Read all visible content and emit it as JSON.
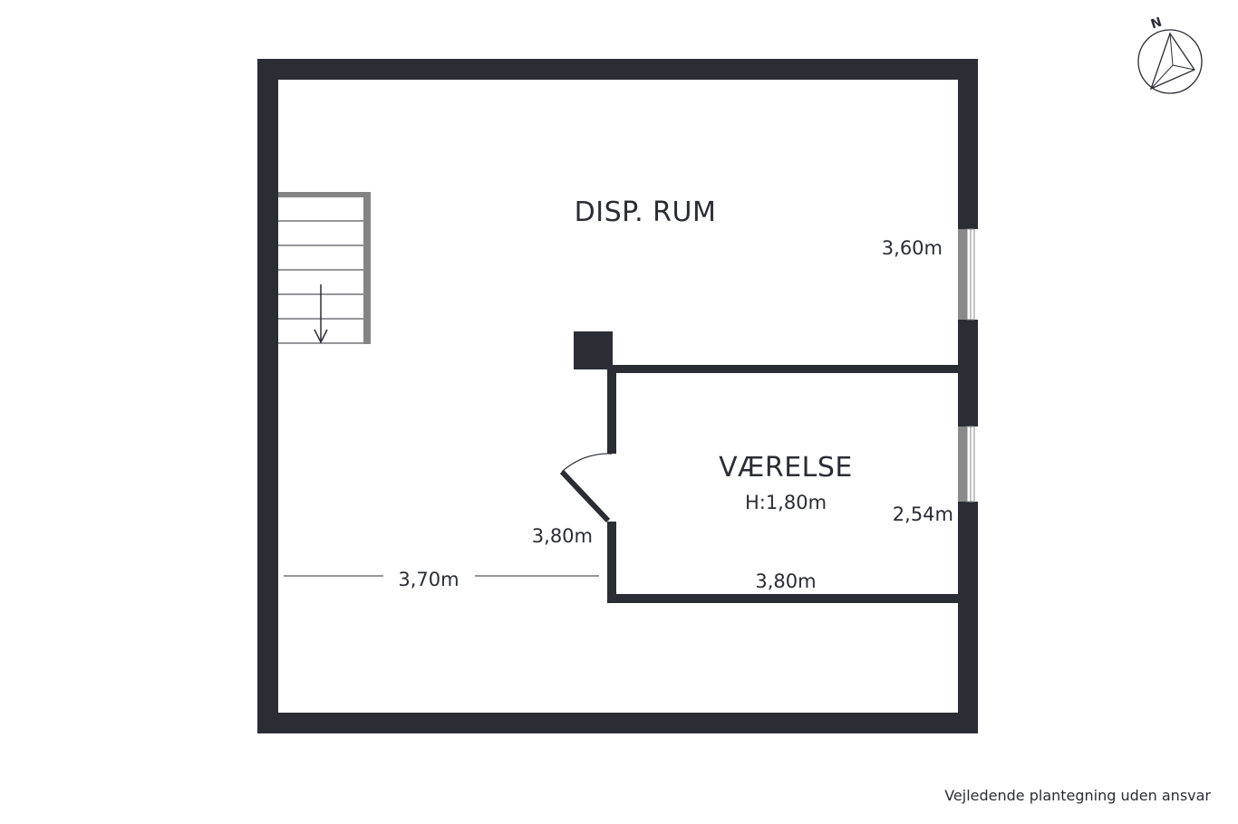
{
  "rooms": {
    "disp_rum": "DISP. RUM",
    "vaerelse": "VÆRELSE",
    "vaerelse_height": "H:1,80m"
  },
  "dimensions": {
    "disp_rum_side": "3,60m",
    "vaerelse_side": "2,54m",
    "vaerelse_wall": "3,80m",
    "vaerelse_bottom": "3,80m",
    "hall_width": "3,70m"
  },
  "compass": {
    "label": "N",
    "icon": "north-compass-icon"
  },
  "stairs": {
    "direction": "down",
    "icon": "arrow-down-icon"
  },
  "footer": {
    "note": "Vejledende plantegning uden ansvar"
  },
  "colors": {
    "wall": "#2a2d34",
    "stair_rail": "#848484",
    "window": "#8a8a8a"
  }
}
